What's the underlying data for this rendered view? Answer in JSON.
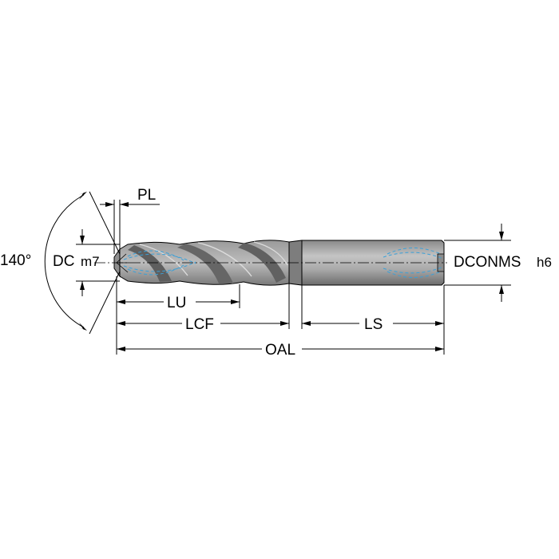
{
  "labels": {
    "angle": "140°",
    "dc": "DC",
    "dc_tol": "m7",
    "pl": "PL",
    "lu": "LU",
    "lcf": "LCF",
    "ls": "LS",
    "oal": "OAL",
    "dconms": "DCONMS",
    "dconms_tol": "h6"
  },
  "colors": {
    "tool_body": "#a6a6a6",
    "tool_shade": "#6f6f6f",
    "coolant": "#3aa0d8",
    "lines": "#000000"
  }
}
